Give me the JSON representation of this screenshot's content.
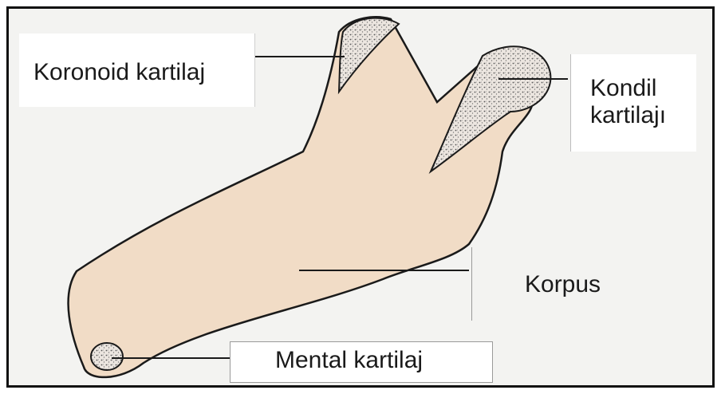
{
  "labels": {
    "coronoid": "Koronoid kartilaj",
    "condyle_line1": "Kondil",
    "condyle_line2": "kartilajı",
    "corpus": "Korpus",
    "mental": "Mental kartilaj"
  },
  "colors": {
    "bone_fill": "#f1dcc6",
    "outline": "#1a1a1a",
    "cartilage_fill": "#e9e4df",
    "cartilage_dots": "#5a5a5a",
    "frame_border": "#111111"
  }
}
